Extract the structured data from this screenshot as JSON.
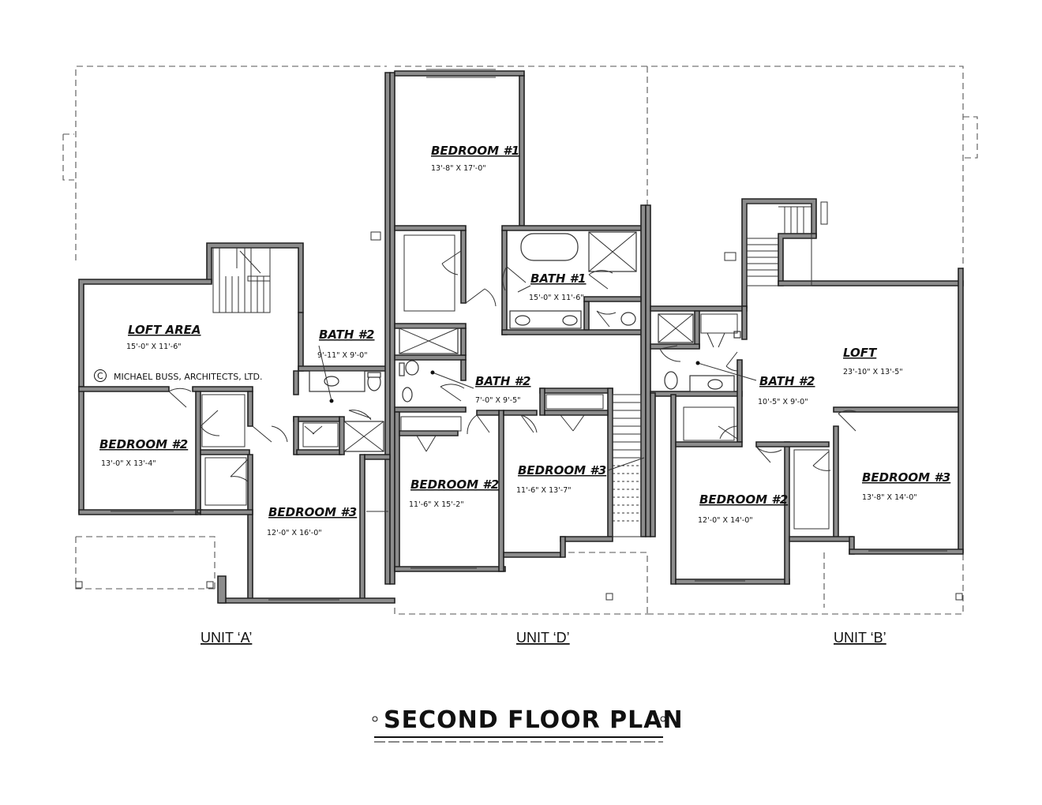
{
  "title": "SECOND FLOOR PLAN",
  "copyright": "MICHAEL BUSS, ARCHITECTS, LTD.",
  "copyright_symbol": "C",
  "units": {
    "a": "UNIT ‘A’",
    "d": "UNIT ‘D’",
    "b": "UNIT ‘B’"
  },
  "rooms": {
    "a_loft": {
      "name": "LOFT AREA",
      "dim": "15'-0\" X 11'-6\""
    },
    "a_bath2": {
      "name": "BATH #2",
      "dim": "9'-11\" X 9'-0\""
    },
    "a_bed2": {
      "name": "BEDROOM #2",
      "dim": "13'-0\" X 13'-4\""
    },
    "a_bed3": {
      "name": "BEDROOM #3",
      "dim": "12'-0\" X 16'-0\""
    },
    "d_bed1": {
      "name": "BEDROOM #1",
      "dim": "13'-8\" X 17'-0\""
    },
    "d_bath1": {
      "name": "BATH #1",
      "dim": "15'-0\" X 11'-6\""
    },
    "d_bath2": {
      "name": "BATH #2",
      "dim": "7'-0\" X 9'-5\""
    },
    "d_bed2": {
      "name": "BEDROOM #2",
      "dim": "11'-6\" X 15'-2\""
    },
    "d_bed3": {
      "name": "BEDROOM #3",
      "dim": "11'-6\" X 13'-7\""
    },
    "b_loft": {
      "name": "LOFT",
      "dim": "23'-10\" X 13'-5\""
    },
    "b_bath2": {
      "name": "BATH #2",
      "dim": "10'-5\" X 9'-0\""
    },
    "b_bed2": {
      "name": "BEDROOM #2",
      "dim": "12'-0\" X 14'-0\""
    },
    "b_bed3": {
      "name": "BEDROOM #3",
      "dim": "13'-8\" X 14'-0\""
    }
  }
}
